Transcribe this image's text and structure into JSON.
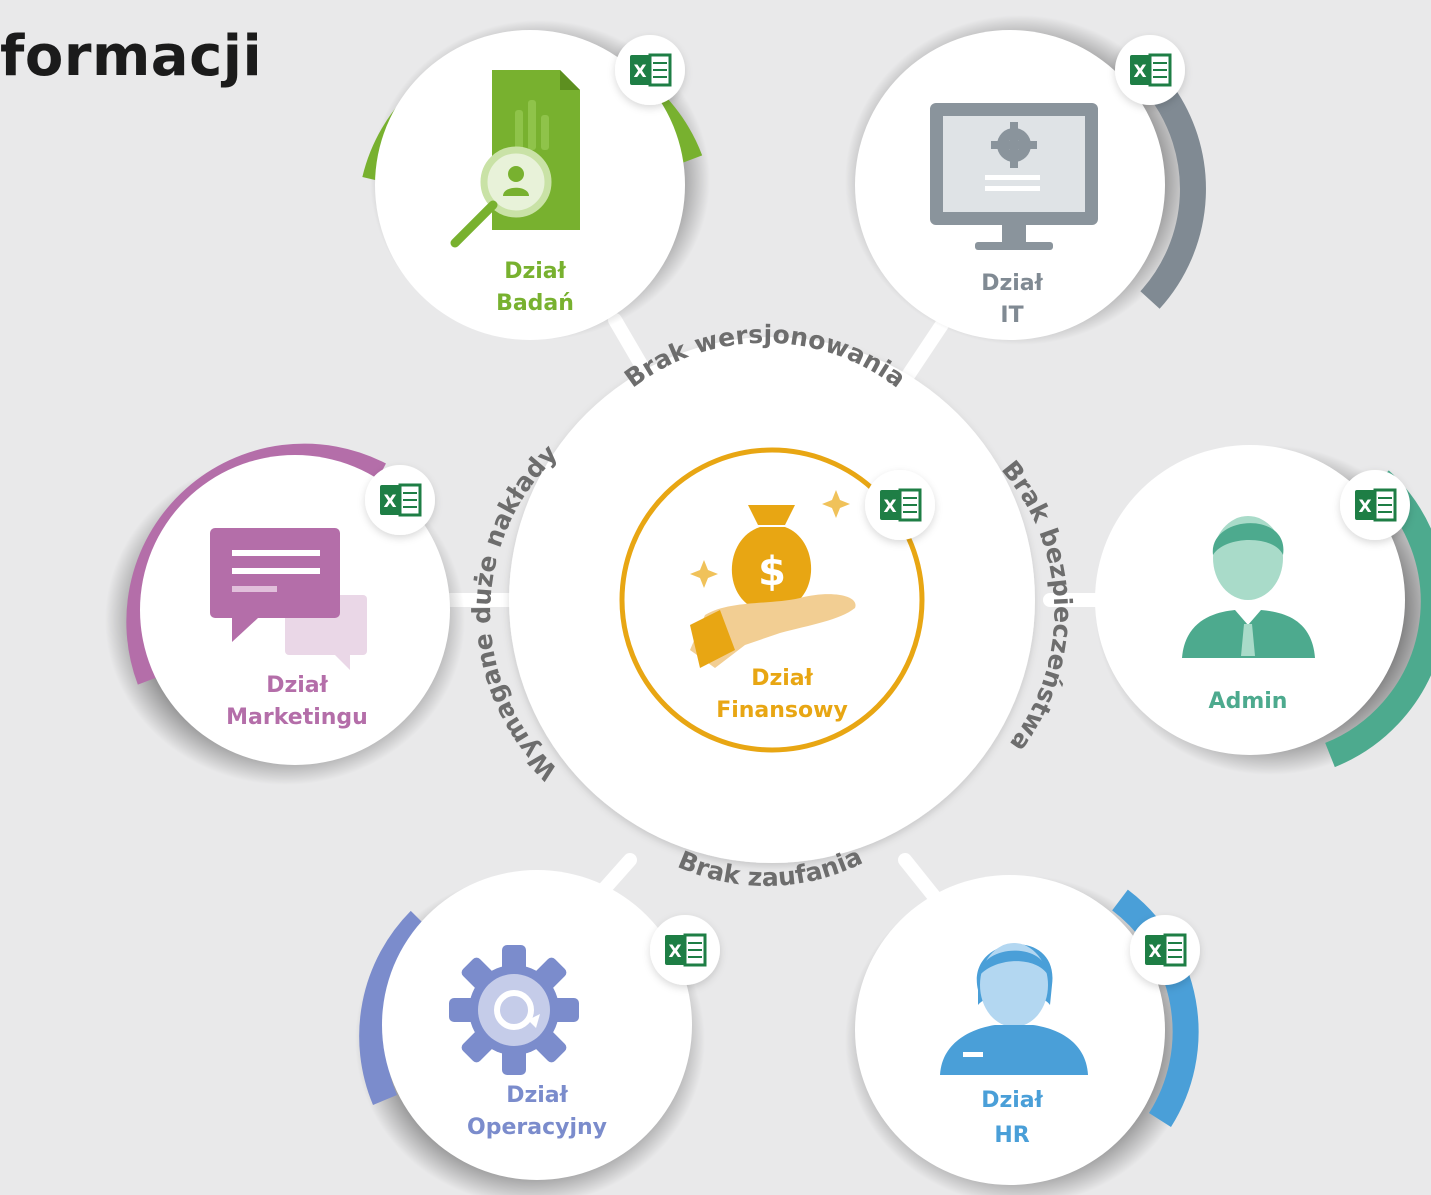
{
  "header": {
    "title": "formacji"
  },
  "center": {
    "line1": "Dział",
    "line2": "Finansowy",
    "color": "#e8a613"
  },
  "ring_labels": {
    "top": "Brak wersjonowania",
    "right": "Brak bezpieczeństwa",
    "bottom": "Brak zaufania",
    "left": "Wymagane duże nakłady"
  },
  "departments": [
    {
      "id": "badan",
      "line1": "Dział",
      "line2": "Badań",
      "color": "#78b12f",
      "icon": "document-search-icon"
    },
    {
      "id": "it",
      "line1": "Dział",
      "line2": "IT",
      "color": "#808a93",
      "icon": "monitor-gear-icon"
    },
    {
      "id": "marketing",
      "line1": "Dział",
      "line2": "Marketingu",
      "color": "#b46ea9",
      "icon": "chat-bubbles-icon"
    },
    {
      "id": "admin",
      "line1": "Admin",
      "line2": "",
      "color": "#4daa8e",
      "icon": "admin-user-icon"
    },
    {
      "id": "operacyjny",
      "line1": "Dział",
      "line2": "Operacyjny",
      "color": "#7b8ccc",
      "icon": "gear-refresh-icon"
    },
    {
      "id": "hr",
      "line1": "Dział",
      "line2": "HR",
      "color": "#4a9fd8",
      "icon": "hr-person-icon"
    }
  ],
  "excel_badge": {
    "text": "X",
    "color": "#1e7e45"
  }
}
